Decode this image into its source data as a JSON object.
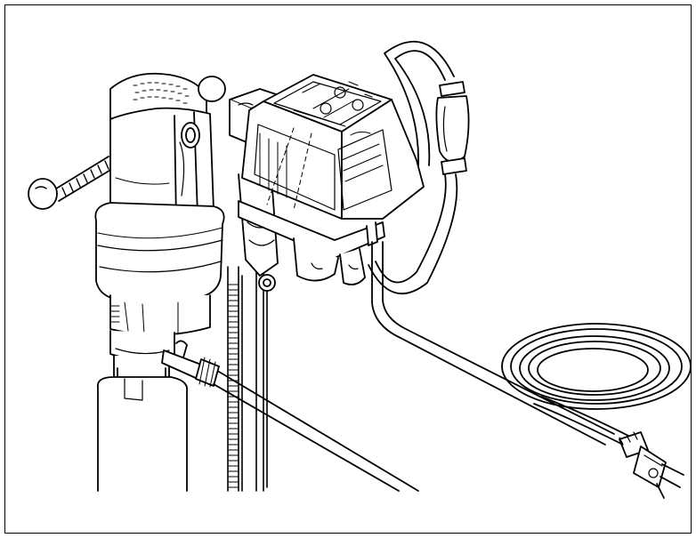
{
  "figure": {
    "background": "#ffffff",
    "line_color": "#000000",
    "parts": [
      "drill-motor",
      "side-handle-knob",
      "drill-stand-column",
      "control-box",
      "power-cord",
      "inline-protector",
      "power-plug",
      "core-bit",
      "water-valve",
      "water-hose"
    ]
  }
}
